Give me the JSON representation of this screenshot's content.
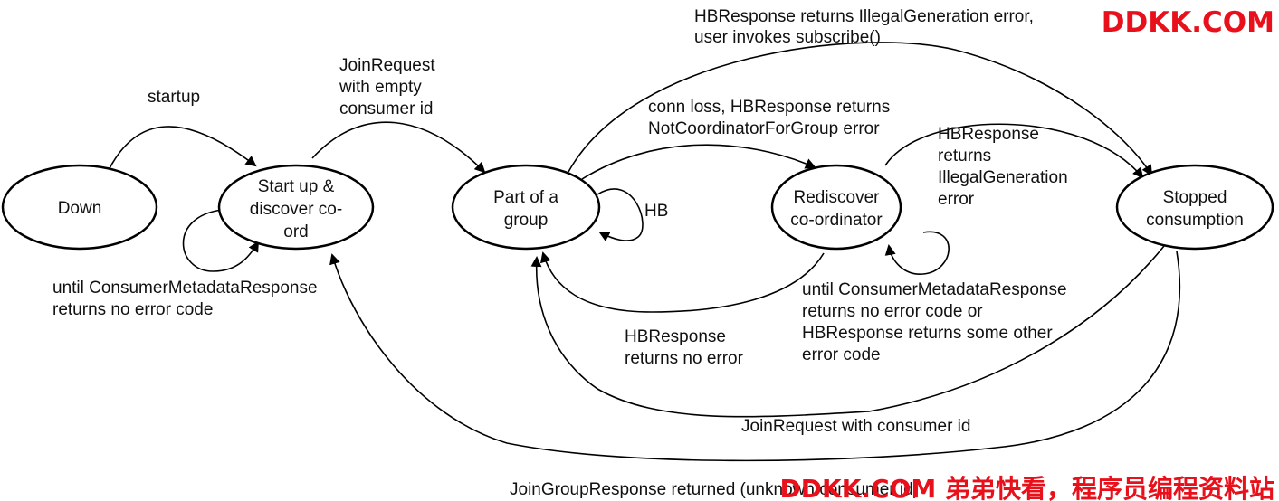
{
  "states": {
    "down": "Down",
    "startup": [
      "Start up &",
      "discover co-",
      "ord"
    ],
    "group": [
      "Part of a",
      "group"
    ],
    "rediscover": [
      "Rediscover",
      "co-ordinator"
    ],
    "stopped": [
      "Stopped",
      "consumption"
    ]
  },
  "labels": {
    "startup": "startup",
    "join_empty": [
      "JoinRequest",
      "with empty",
      "consumer id"
    ],
    "until_metadata": [
      "until ConsumerMetadataResponse",
      "returns no error code"
    ],
    "hb": "HB",
    "top_illegal": [
      "HBResponse returns IllegalGeneration error,",
      "user invokes subscribe()"
    ],
    "conn_loss": [
      "conn loss, HBResponse returns",
      "NotCoordinatorForGroup error"
    ],
    "hb_illegal": [
      "HBResponse",
      "returns",
      "IllegalGeneration",
      "error"
    ],
    "hb_no_error": [
      "HBResponse",
      "returns no error"
    ],
    "until_metadata_or": [
      "until ConsumerMetadataResponse",
      "returns no error code or",
      "HBResponse returns some other",
      "error code"
    ],
    "join_with_id": "JoinRequest with consumer id",
    "join_group_response": "JoinGroupResponse returned (unknown consumer id)"
  },
  "watermark": {
    "top": "DDKK.COM",
    "bottom": "DDKK.COM 弟弟快看，程序员编程资料站",
    "color": "#e8101a"
  }
}
